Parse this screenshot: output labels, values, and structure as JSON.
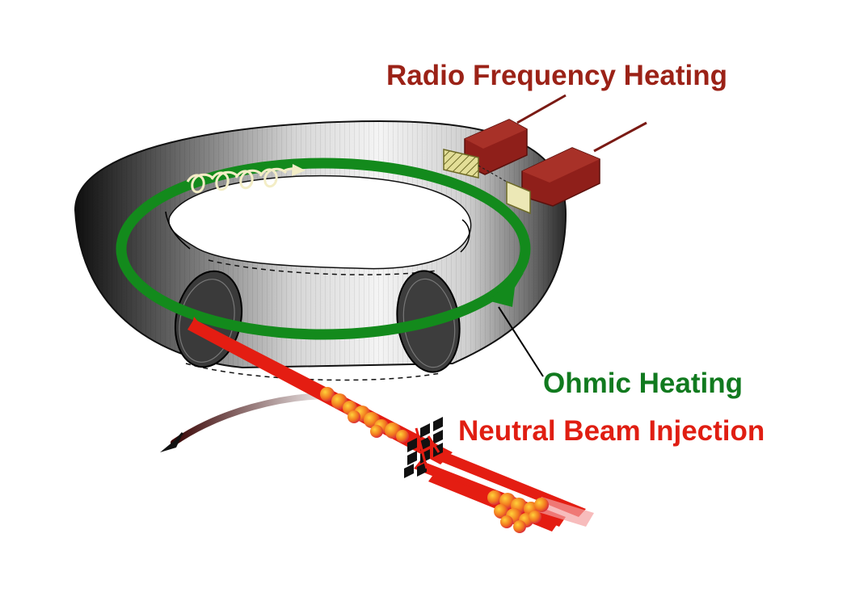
{
  "labels": {
    "radio_frequency_heating": "Radio Frequency Heating",
    "ohmic_heating": "Ohmic Heating",
    "neutral_beam_injection": "Neutral Beam Injection"
  },
  "colors": {
    "radio_frequency": "#9b2217",
    "ohmic": "#117a1f",
    "neutral_beam": "#e01e12",
    "plasma_current": "#138a1c",
    "torus_dark": "#1c1c1c",
    "torus_light": "#f2f2f2",
    "antenna_box": "#8f1f1a",
    "antenna_face": "#e6e39a"
  },
  "icons": {
    "particle_helix": "helix-orbit-icon",
    "rotation_arrow": "curved-arrow-icon",
    "grid": "accelerator-grid-icon"
  }
}
